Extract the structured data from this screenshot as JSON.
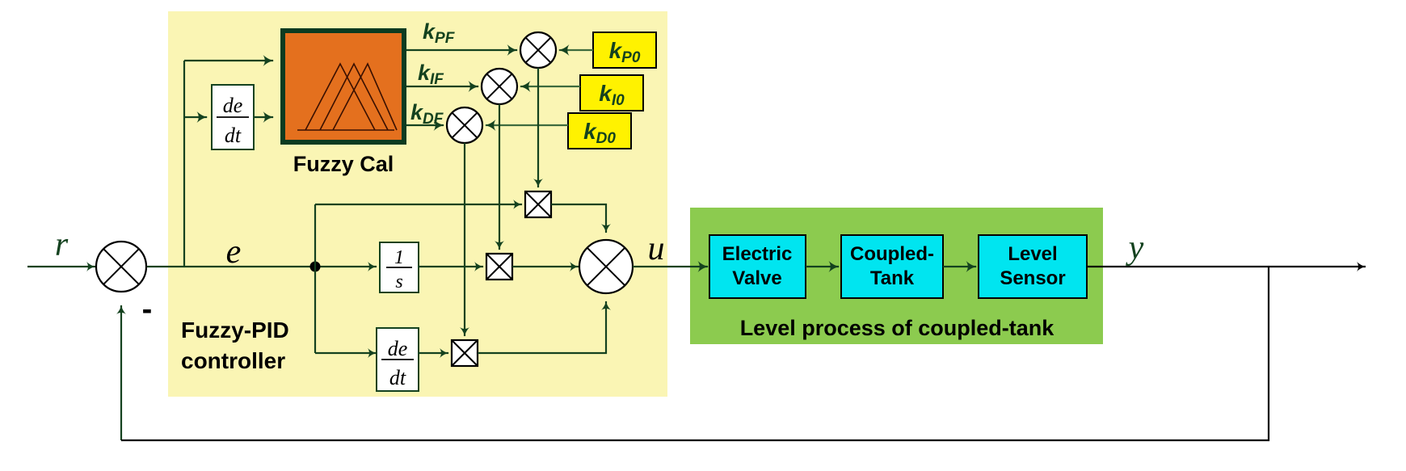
{
  "diagram": {
    "title": "Fuzzy-PID control of coupled-tank level process",
    "type": "block-diagram"
  },
  "colors": {
    "controller_panel": "#FAF5B4",
    "fuzzy_block_fill": "#E4701E",
    "fuzzy_block_stroke": "#0B3B20",
    "process_panel": "#8CCB4F",
    "process_block_fill": "#00E5F0",
    "gain_box_fill": "#FFF200",
    "line": "#14421F",
    "black": "#000000",
    "label_green": "#14421F"
  },
  "signals": {
    "reference": "r",
    "error": "e",
    "control": "u",
    "output": "y",
    "minus": "-"
  },
  "controller": {
    "panel_caption_line1": "Fuzzy-PID",
    "panel_caption_line2": "controller",
    "fuzzy_block_label": "Fuzzy Cal",
    "derivative_numerator": "de",
    "derivative_denominator": "dt",
    "integrator_numerator": "1",
    "integrator_denominator": "s"
  },
  "fuzzy_outputs": [
    {
      "name": "kPF",
      "sub": "PF",
      "base": "k"
    },
    {
      "name": "kIF",
      "sub": "IF",
      "base": "k"
    },
    {
      "name": "kDF",
      "sub": "DF",
      "base": "k"
    }
  ],
  "gain_boxes": [
    {
      "name": "kP0",
      "base": "k",
      "sub": "P0"
    },
    {
      "name": "kI0",
      "base": "k",
      "sub": "I0"
    },
    {
      "name": "kD0",
      "base": "k",
      "sub": "D0"
    }
  ],
  "process": {
    "caption": "Level process of coupled-tank",
    "blocks": [
      {
        "line1": "Electric",
        "line2": "Valve"
      },
      {
        "line1": "Coupled-",
        "line2": "Tank"
      },
      {
        "line1": "Level",
        "line2": "Sensor"
      }
    ]
  },
  "operators": {
    "sum_symbol": "x-circle",
    "product_symbol": "x-square"
  }
}
